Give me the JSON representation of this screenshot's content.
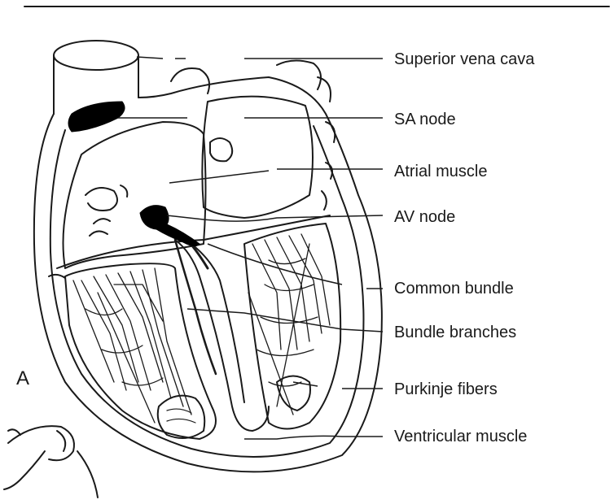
{
  "panel_letter": "A",
  "labels": [
    {
      "id": "superior-vena-cava",
      "text": "Superior vena cava"
    },
    {
      "id": "sa-node",
      "text": "SA node"
    },
    {
      "id": "atrial-muscle",
      "text": "Atrial muscle"
    },
    {
      "id": "av-node",
      "text": "AV node"
    },
    {
      "id": "common-bundle",
      "text": "Common bundle"
    },
    {
      "id": "bundle-branches",
      "text": "Bundle branches"
    },
    {
      "id": "purkinje-fibers",
      "text": "Purkinje fibers"
    },
    {
      "id": "ventricular-muscle",
      "text": "Ventricular muscle"
    }
  ],
  "colors": {
    "ink": "#1a1a1a",
    "node_fill": "#000000",
    "background": "#ffffff"
  }
}
